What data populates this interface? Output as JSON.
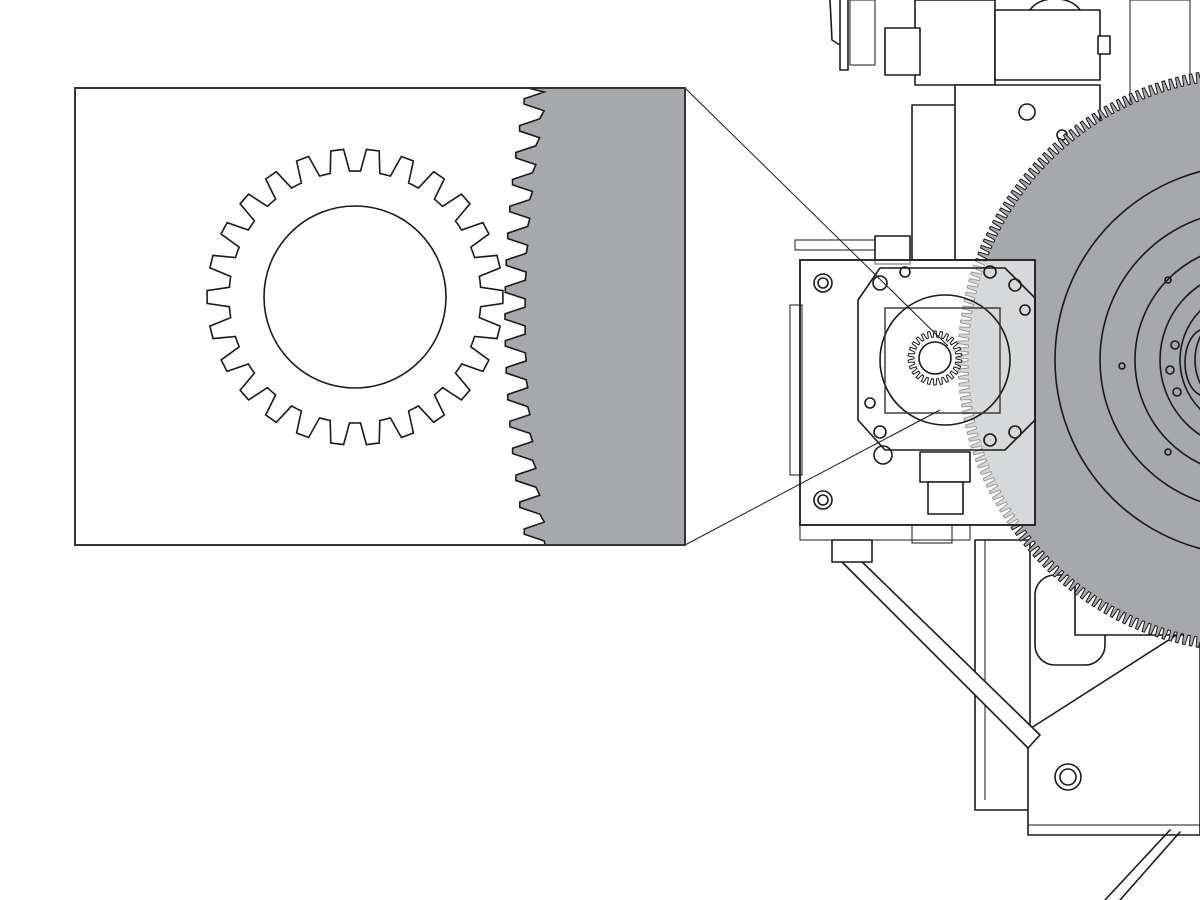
{
  "colors": {
    "line": "#1a1a1a",
    "background": "#ffffff",
    "large_gear_fill": "#a7a8ab",
    "detail_rack_fill": "#a7a8ab"
  },
  "detail_view": {
    "pinion_teeth": 26,
    "rack_teeth": 17
  },
  "assembly": {
    "small_pinion_teeth": 26,
    "large_gear_teeth": 260
  }
}
